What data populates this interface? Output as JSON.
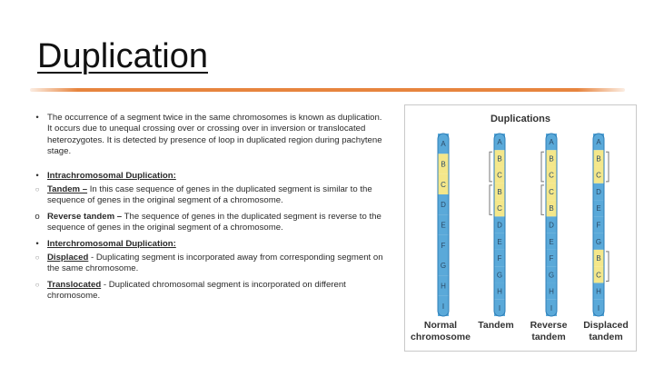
{
  "title": "Duplication",
  "bullets": {
    "intro": "The occurrence of a segment twice in the same chromosomes is known as duplication. It occurs due to unequal crossing over or crossing over in inversion or translocated heterozygotes. It is detected by presence of loop in duplicated region during pachytene stage.",
    "intra_heading": "Intrachromosomal Duplication:",
    "tandem_term": "Tandem –",
    "tandem_text": " In this case sequence of genes in the duplicated  segment is similar to the sequence of genes in the original segment of a chromosome.",
    "reverse_term": "Reverse tandem –",
    "reverse_text": " The sequence of genes in the duplicated  segment is reverse to the sequence of genes in the original  segment of a chromosome.",
    "inter_heading": "Interchromosomal Duplication:",
    "displaced_term": "Displaced",
    "displaced_text": " - Duplicating segment is incorporated away from corresponding segment on the same chromosome.",
    "translocated_term": "Translocated",
    "translocated_text": " - Duplicated chromosomal segment is incorporated on different chromosome."
  },
  "markers": {
    "bullet": "•",
    "circle": "o",
    "small_circle": "○"
  },
  "figure": {
    "title": "Duplications",
    "chromosomes": [
      {
        "caption_1": "Normal",
        "caption_2": "chromosome",
        "genes": [
          "A",
          "B",
          "C",
          "D",
          "E",
          "F",
          "G",
          "H",
          "I"
        ]
      },
      {
        "caption_1": "Tandem",
        "caption_2": "",
        "genes": [
          "A",
          "B",
          "C",
          "B",
          "C",
          "D",
          "E",
          "F",
          "G",
          "H",
          "I"
        ]
      },
      {
        "caption_1": "Reverse",
        "caption_2": "tandem",
        "genes": [
          "A",
          "B",
          "C",
          "C",
          "B",
          "D",
          "E",
          "F",
          "G",
          "H",
          "I"
        ]
      },
      {
        "caption_1": "Displaced",
        "caption_2": "tandem",
        "genes": [
          "A",
          "B",
          "C",
          "D",
          "E",
          "F",
          "G",
          "B",
          "C",
          "H",
          "I"
        ]
      }
    ],
    "colors": {
      "blue": "#5aa9d9",
      "blue_dark": "#2f7fb8",
      "yellow": "#f4e78a",
      "letter": "#2b4a66"
    }
  }
}
